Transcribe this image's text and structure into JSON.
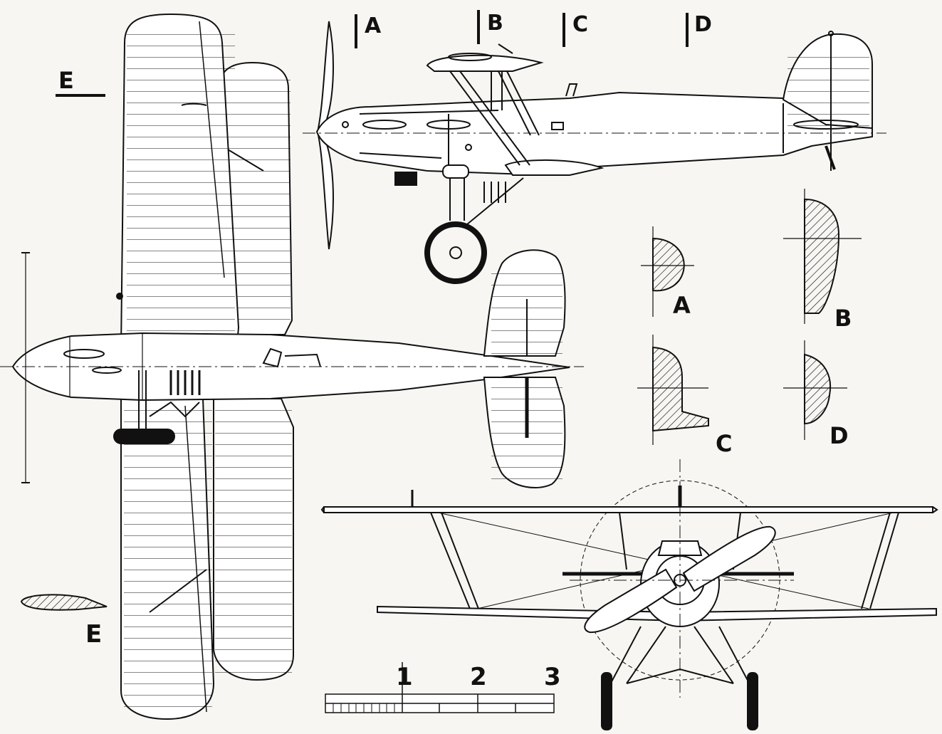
{
  "section_markers": {
    "a": "A",
    "b": "B",
    "c": "C",
    "d": "D",
    "e": "E"
  },
  "section_labels": {
    "a": "A",
    "b": "B",
    "c": "C",
    "d": "D",
    "e": "E"
  },
  "scale_bar": {
    "ticks": [
      "1",
      "2",
      "3"
    ]
  },
  "colors": {
    "ink": "#111111",
    "paper": "#f7f6f2"
  }
}
